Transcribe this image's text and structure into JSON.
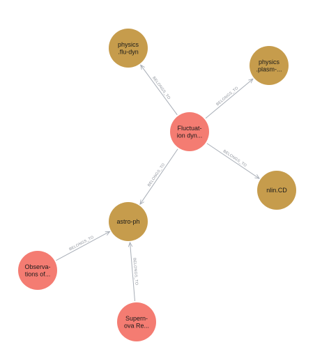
{
  "graph": {
    "node_colors": {
      "paper": "#f47c72",
      "category": "#c69c4c"
    },
    "edge_color": "#a7adb6",
    "edge_label_color": "#8a8f98",
    "nodes": [
      {
        "id": "fluct",
        "kind": "paper",
        "lines": [
          "Fluctuat-",
          "ion dyn..."
        ]
      },
      {
        "id": "fludyn",
        "kind": "category",
        "lines": [
          "physics",
          ".flu-dyn"
        ]
      },
      {
        "id": "plasm",
        "kind": "category",
        "lines": [
          "physics",
          ".plasm-..."
        ]
      },
      {
        "id": "nlin",
        "kind": "category",
        "lines": [
          "nlin.CD"
        ]
      },
      {
        "id": "astro",
        "kind": "category",
        "lines": [
          "astro-ph"
        ]
      },
      {
        "id": "obs",
        "kind": "paper",
        "lines": [
          "Observa-",
          "tions of..."
        ]
      },
      {
        "id": "super",
        "kind": "paper",
        "lines": [
          "Supern-",
          "ova Re..."
        ]
      }
    ],
    "edges": [
      {
        "from": "fluct",
        "to": "fludyn",
        "label": "BELONGS_TO"
      },
      {
        "from": "fluct",
        "to": "plasm",
        "label": "BELONGS_TO"
      },
      {
        "from": "fluct",
        "to": "nlin",
        "label": "BELONGS_TO"
      },
      {
        "from": "fluct",
        "to": "astro",
        "label": "BELONGS_TO"
      },
      {
        "from": "obs",
        "to": "astro",
        "label": "BELONGS_TO"
      },
      {
        "from": "super",
        "to": "astro",
        "label": "BELONGS_TO"
      }
    ]
  }
}
